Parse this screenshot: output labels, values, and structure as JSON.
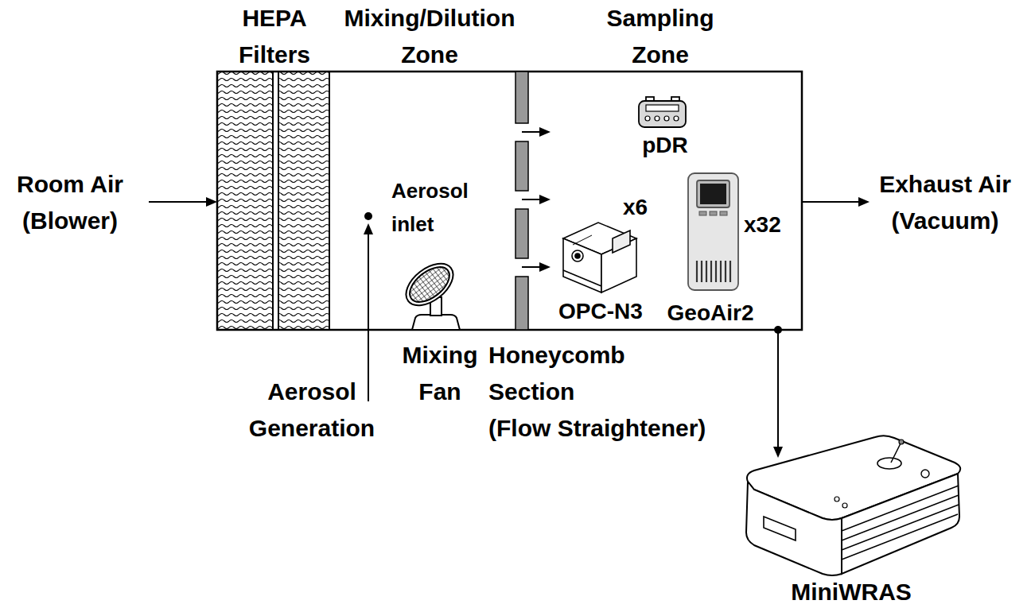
{
  "diagram": {
    "labels": [
      "HEPA Filters",
      "Mixing/Dilution Zone",
      "Sampling Zone",
      "Room Air (Blower)",
      "Exhaust Air (Vacuum)",
      "Aerosol inlet",
      "pDR",
      "x6",
      "OPC-N3",
      "x32",
      "GeoAir2",
      "Mixing Fan",
      "Honeycomb Section (Flow Straightener)",
      "Aerosol Generation",
      "MiniWRAS"
    ]
  }
}
